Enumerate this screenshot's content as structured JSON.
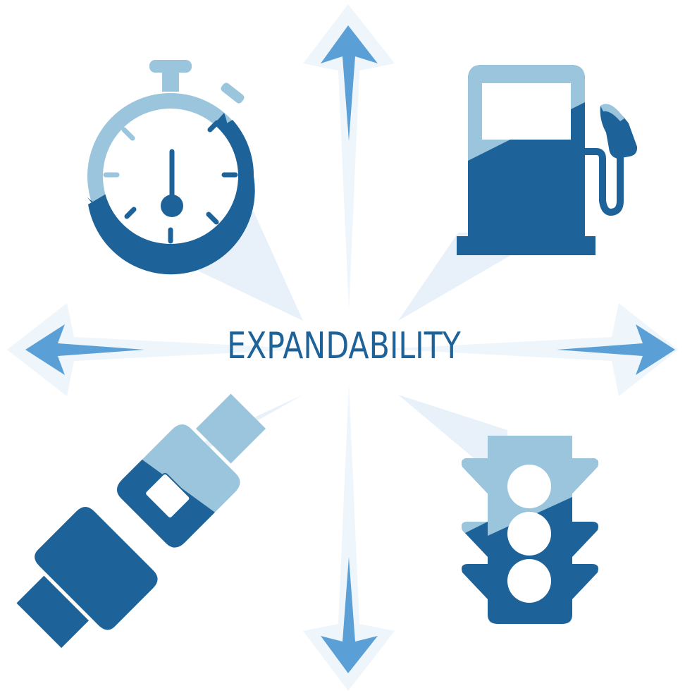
{
  "diagram": {
    "title": "EXPANDABILITY",
    "icons": [
      "stopwatch-icon",
      "fuel-pump-icon",
      "seatbelt-buckle-icon",
      "traffic-light-icon"
    ],
    "arrows": [
      "arrow-up",
      "arrow-down",
      "arrow-left",
      "arrow-right"
    ]
  },
  "colors": {
    "dark_blue": "#1d6399",
    "light_blue": "#9bc5dc",
    "arrow_blue": "#5aa0d6",
    "ray_pale": "#e9f2fa"
  }
}
